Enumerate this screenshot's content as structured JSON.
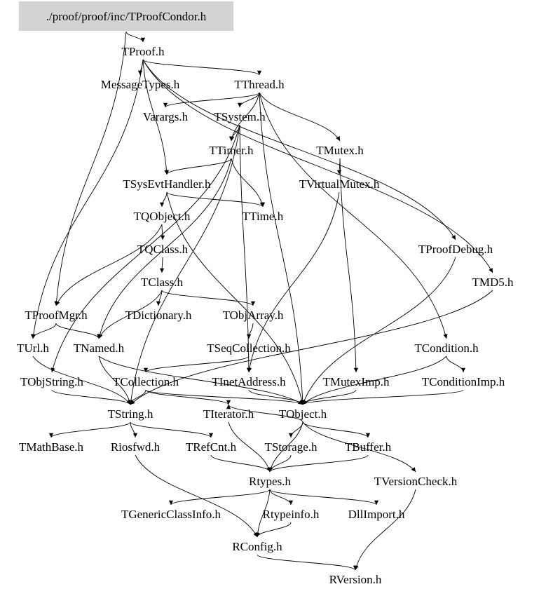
{
  "graph": {
    "root": {
      "id": "root",
      "label": "./proof/proof/inc/TProofCondor.h",
      "fill": "#d3d3d3"
    },
    "nodes": [
      {
        "id": "TProof",
        "label": "TProof.h"
      },
      {
        "id": "MessageTypes",
        "label": "MessageTypes.h"
      },
      {
        "id": "TThread",
        "label": "TThread.h"
      },
      {
        "id": "Varargs",
        "label": "Varargs.h"
      },
      {
        "id": "TSystem",
        "label": "TSystem.h"
      },
      {
        "id": "TTimer",
        "label": "TTimer.h"
      },
      {
        "id": "TMutex",
        "label": "TMutex.h"
      },
      {
        "id": "TSysEvtHandler",
        "label": "TSysEvtHandler.h"
      },
      {
        "id": "TVirtualMutex",
        "label": "TVirtualMutex.h"
      },
      {
        "id": "TQObject",
        "label": "TQObject.h"
      },
      {
        "id": "TTime",
        "label": "TTime.h"
      },
      {
        "id": "TQClass",
        "label": "TQClass.h"
      },
      {
        "id": "TProofDebug",
        "label": "TProofDebug.h"
      },
      {
        "id": "TClass",
        "label": "TClass.h"
      },
      {
        "id": "TMD5",
        "label": "TMD5.h"
      },
      {
        "id": "TProofMgr",
        "label": "TProofMgr.h"
      },
      {
        "id": "TDictionary",
        "label": "TDictionary.h"
      },
      {
        "id": "TObjArray",
        "label": "TObjArray.h"
      },
      {
        "id": "TUrl",
        "label": "TUrl.h"
      },
      {
        "id": "TNamed",
        "label": "TNamed.h"
      },
      {
        "id": "TSeqCollection",
        "label": "TSeqCollection.h"
      },
      {
        "id": "TCondition",
        "label": "TCondition.h"
      },
      {
        "id": "TObjString",
        "label": "TObjString.h"
      },
      {
        "id": "TCollection",
        "label": "TCollection.h"
      },
      {
        "id": "TInetAddress",
        "label": "TInetAddress.h"
      },
      {
        "id": "TMutexImp",
        "label": "TMutexImp.h"
      },
      {
        "id": "TConditionImp",
        "label": "TConditionImp.h"
      },
      {
        "id": "TString",
        "label": "TString.h"
      },
      {
        "id": "TIterator",
        "label": "TIterator.h"
      },
      {
        "id": "TObject",
        "label": "TObject.h"
      },
      {
        "id": "TMathBase",
        "label": "TMathBase.h"
      },
      {
        "id": "Riosfwd",
        "label": "Riosfwd.h"
      },
      {
        "id": "TRefCnt",
        "label": "TRefCnt.h"
      },
      {
        "id": "TStorage",
        "label": "TStorage.h"
      },
      {
        "id": "TBuffer",
        "label": "TBuffer.h"
      },
      {
        "id": "Rtypes",
        "label": "Rtypes.h"
      },
      {
        "id": "TVersionCheck",
        "label": "TVersionCheck.h"
      },
      {
        "id": "TGenericClassInfo",
        "label": "TGenericClassInfo.h"
      },
      {
        "id": "Rtypeinfo",
        "label": "Rtypeinfo.h"
      },
      {
        "id": "DllImport",
        "label": "DllImport.h"
      },
      {
        "id": "RConfig",
        "label": "RConfig.h"
      },
      {
        "id": "RVersion",
        "label": "RVersion.h"
      }
    ],
    "edges": [
      [
        "root",
        "TProof"
      ],
      [
        "root",
        "TProofMgr"
      ],
      [
        "TProof",
        "MessageTypes"
      ],
      [
        "TProof",
        "TThread"
      ],
      [
        "TProof",
        "TSysEvtHandler"
      ],
      [
        "TProof",
        "TUrl"
      ],
      [
        "TProof",
        "TProofDebug"
      ],
      [
        "TProof",
        "TMD5"
      ],
      [
        "TThread",
        "Varargs"
      ],
      [
        "TThread",
        "TSystem"
      ],
      [
        "TThread",
        "TMutex"
      ],
      [
        "TThread",
        "TTimer"
      ],
      [
        "TThread",
        "TCondition"
      ],
      [
        "TThread",
        "TObject"
      ],
      [
        "TSystem",
        "TTimer"
      ],
      [
        "TSystem",
        "TInetAddress"
      ],
      [
        "TSystem",
        "TString"
      ],
      [
        "TSystem",
        "TObjString"
      ],
      [
        "TTimer",
        "TSysEvtHandler"
      ],
      [
        "TTimer",
        "TTime"
      ],
      [
        "TTimer",
        "TNamed"
      ],
      [
        "TMutex",
        "TVirtualMutex"
      ],
      [
        "TMutex",
        "TMutexImp"
      ],
      [
        "TVirtualMutex",
        "TInetAddress"
      ],
      [
        "TSysEvtHandler",
        "TQObject"
      ],
      [
        "TSysEvtHandler",
        "TTime"
      ],
      [
        "TSysEvtHandler",
        "TObject"
      ],
      [
        "TQObject",
        "TQClass"
      ],
      [
        "TQObject",
        "TProofMgr"
      ],
      [
        "TQClass",
        "TClass"
      ],
      [
        "TClass",
        "TDictionary"
      ],
      [
        "TClass",
        "TObjArray"
      ],
      [
        "TClass",
        "TNamed"
      ],
      [
        "TObjArray",
        "TSeqCollection"
      ],
      [
        "TSeqCollection",
        "TCollection"
      ],
      [
        "TProofMgr",
        "TUrl"
      ],
      [
        "TProofMgr",
        "TNamed"
      ],
      [
        "TProofDebug",
        "TObject"
      ],
      [
        "TMD5",
        "TString"
      ],
      [
        "TCondition",
        "TConditionImp"
      ],
      [
        "TCondition",
        "TObject"
      ],
      [
        "TUrl",
        "TString"
      ],
      [
        "TNamed",
        "TString"
      ],
      [
        "TNamed",
        "TObject"
      ],
      [
        "TObjString",
        "TString"
      ],
      [
        "TCollection",
        "TString"
      ],
      [
        "TCollection",
        "TIterator"
      ],
      [
        "TCollection",
        "TObject"
      ],
      [
        "TInetAddress",
        "TObject"
      ],
      [
        "TMutexImp",
        "TObject"
      ],
      [
        "TConditionImp",
        "TObject"
      ],
      [
        "TString",
        "TMathBase"
      ],
      [
        "TString",
        "Riosfwd"
      ],
      [
        "TString",
        "TRefCnt"
      ],
      [
        "TIterator",
        "Rtypes"
      ],
      [
        "TObject",
        "TStorage"
      ],
      [
        "TObject",
        "TBuffer"
      ],
      [
        "TObject",
        "TVersionCheck"
      ],
      [
        "TObject",
        "Rtypes"
      ],
      [
        "TObject",
        "TIterator"
      ],
      [
        "TRefCnt",
        "Rtypes"
      ],
      [
        "TStorage",
        "Rtypes"
      ],
      [
        "TBuffer",
        "Rtypes"
      ],
      [
        "Riosfwd",
        "RConfig"
      ],
      [
        "Rtypes",
        "TGenericClassInfo"
      ],
      [
        "Rtypes",
        "Rtypeinfo"
      ],
      [
        "Rtypes",
        "DllImport"
      ],
      [
        "Rtypes",
        "RConfig"
      ],
      [
        "Rtypeinfo",
        "RConfig"
      ],
      [
        "TVersionCheck",
        "RVersion"
      ],
      [
        "RConfig",
        "RVersion"
      ]
    ]
  }
}
